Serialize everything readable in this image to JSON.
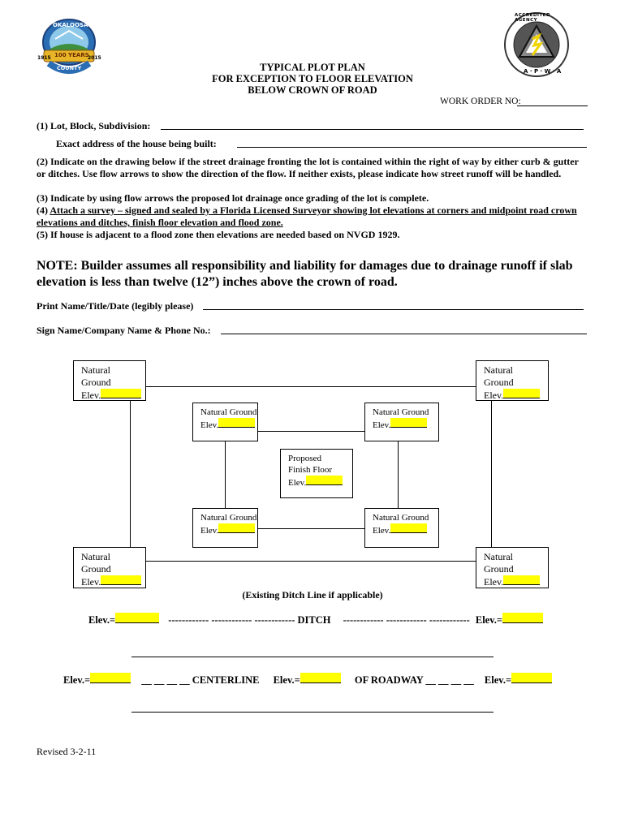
{
  "header": {
    "logo_left": {
      "top_text": "OKALOOSA",
      "mid_text": "100 YEARS",
      "year_left": "1915",
      "year_right": "2015",
      "bottom_text": "COUNTY"
    },
    "logo_right": {
      "top_text": "ACCREDITED AGENCY",
      "bottom_text": "A · P · W · A"
    },
    "title_lines": [
      "TYPICAL PLOT PLAN",
      "FOR EXCEPTION TO FLOOR ELEVATION",
      "BELOW CROWN OF ROAD"
    ],
    "work_order_label": "WORK ORDER NO:"
  },
  "fields": {
    "lot_block_label": "(1)  Lot, Block, Subdivision:",
    "address_label": "Exact address of the house being built:",
    "print_name_label": "Print Name/Title/Date (legibly please)",
    "sign_name_label": "Sign Name/Company Name & Phone No.:"
  },
  "instructions": {
    "item2": "(2)  Indicate on the drawing below if the street drainage fronting the lot is contained within the right of way by either curb & gutter or ditches.  Use flow arrows to show the direction of the flow.  If neither exists, please indicate how street runoff will be handled.",
    "item3": "(3)  Indicate by using flow arrows the proposed lot drainage once grading of the lot is complete.",
    "item4_prefix": "(4)  ",
    "item4_underlined": "Attach a survey – signed and sealed by a Florida Licensed Surveyor showing lot elevations at corners and midpoint road crown elevations and ditches, finish floor elevation and flood zone.",
    "item5": "(5)  If house is adjacent to a flood zone then elevations are needed based on NVGD 1929."
  },
  "note": "NOTE: Builder assumes all responsibility and liability for damages due to drainage runoff if slab elevation is less than twelve (12”) inches above the crown of road.",
  "diagram": {
    "corner_line1": "Natural",
    "corner_line2": "Ground",
    "elev_label": "Elev.",
    "inner_line1": "Natural Ground",
    "center_line1": "Proposed",
    "center_line2": "Finish Floor",
    "ditch_caption": "(Existing Ditch Line if applicable)"
  },
  "ditch_row": {
    "elev_left": "Elev.=",
    "dashes_left": "------------ ------------ ------------ DITCH",
    "dashes_right": "------------ ------------ ------------",
    "elev_right": "Elev.="
  },
  "centerline_row": {
    "elev1": "Elev.=",
    "centerline": "__ __ __ __ CENTERLINE",
    "elev2": "Elev.=",
    "roadway": "OF ROADWAY __ __ __ __",
    "elev3": "Elev.="
  },
  "footer": {
    "revised": "Revised 3-2-11"
  }
}
